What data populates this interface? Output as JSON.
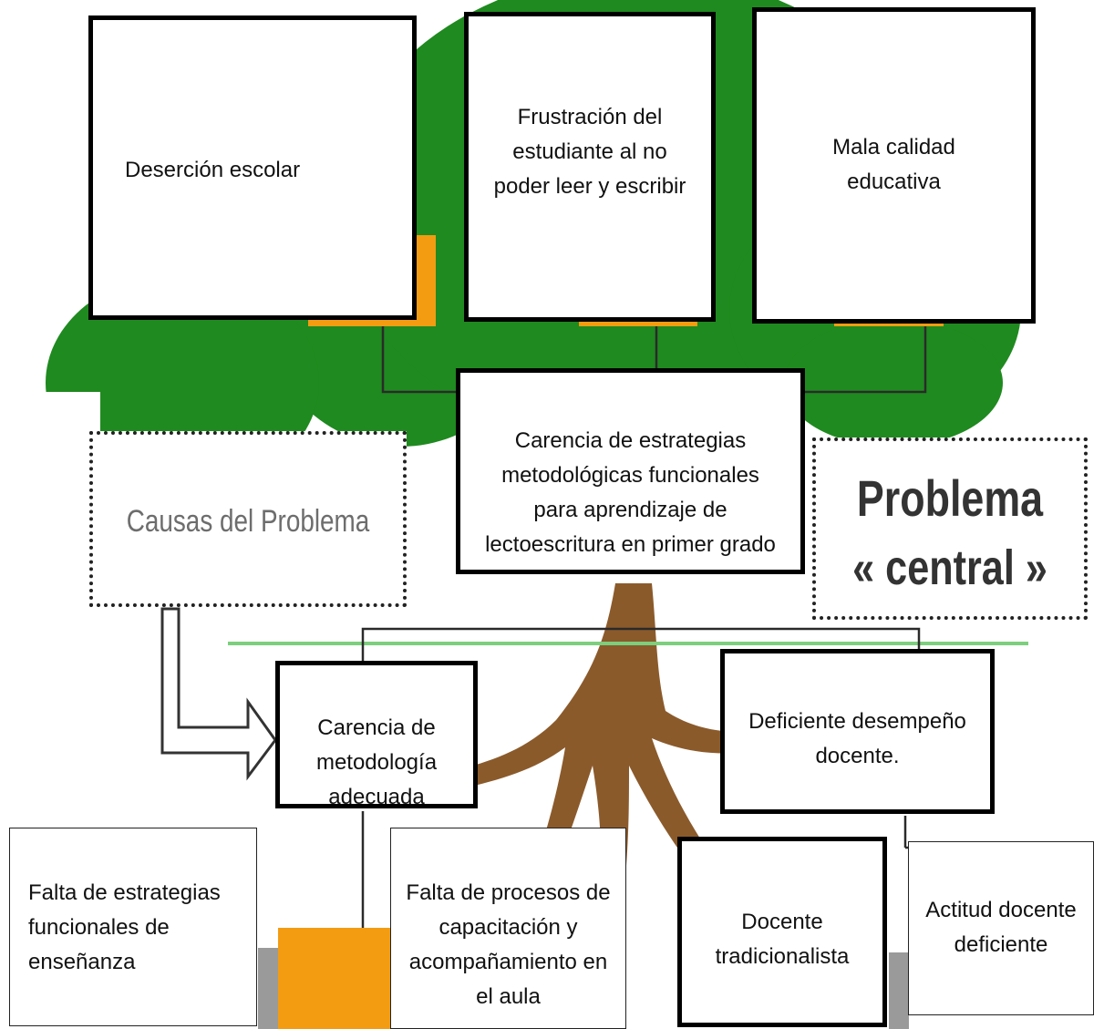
{
  "effects": [
    "Deserción escolar",
    "Frustración del estudiante al no poder leer y escribir",
    "Mala calidad educativa"
  ],
  "central_problem": "Carencia de estrategias metodológicas funcionales para aprendizaje de lectoescritura en primer grado",
  "causes": [
    {
      "label": "Carencia de metodología adecuada",
      "sub_causes": [
        "Falta de estrategias funcionales de enseñanza",
        "Falta de procesos de capacitación y acompañamiento en el aula"
      ]
    },
    {
      "label": "Deficiente desempeño docente.",
      "sub_causes": [
        "Docente tradicionalista",
        "Actitud docente deficiente"
      ]
    }
  ],
  "legend": {
    "causes_label": "Causas del Problema",
    "central_label_line1": "Problema",
    "central_label_line2": "« central »"
  },
  "colors": {
    "foliage": "#1f8a1f",
    "trunk": "#8b5a2b",
    "orange_block": "#f39c12",
    "ground_line": "#7ccf7c"
  }
}
